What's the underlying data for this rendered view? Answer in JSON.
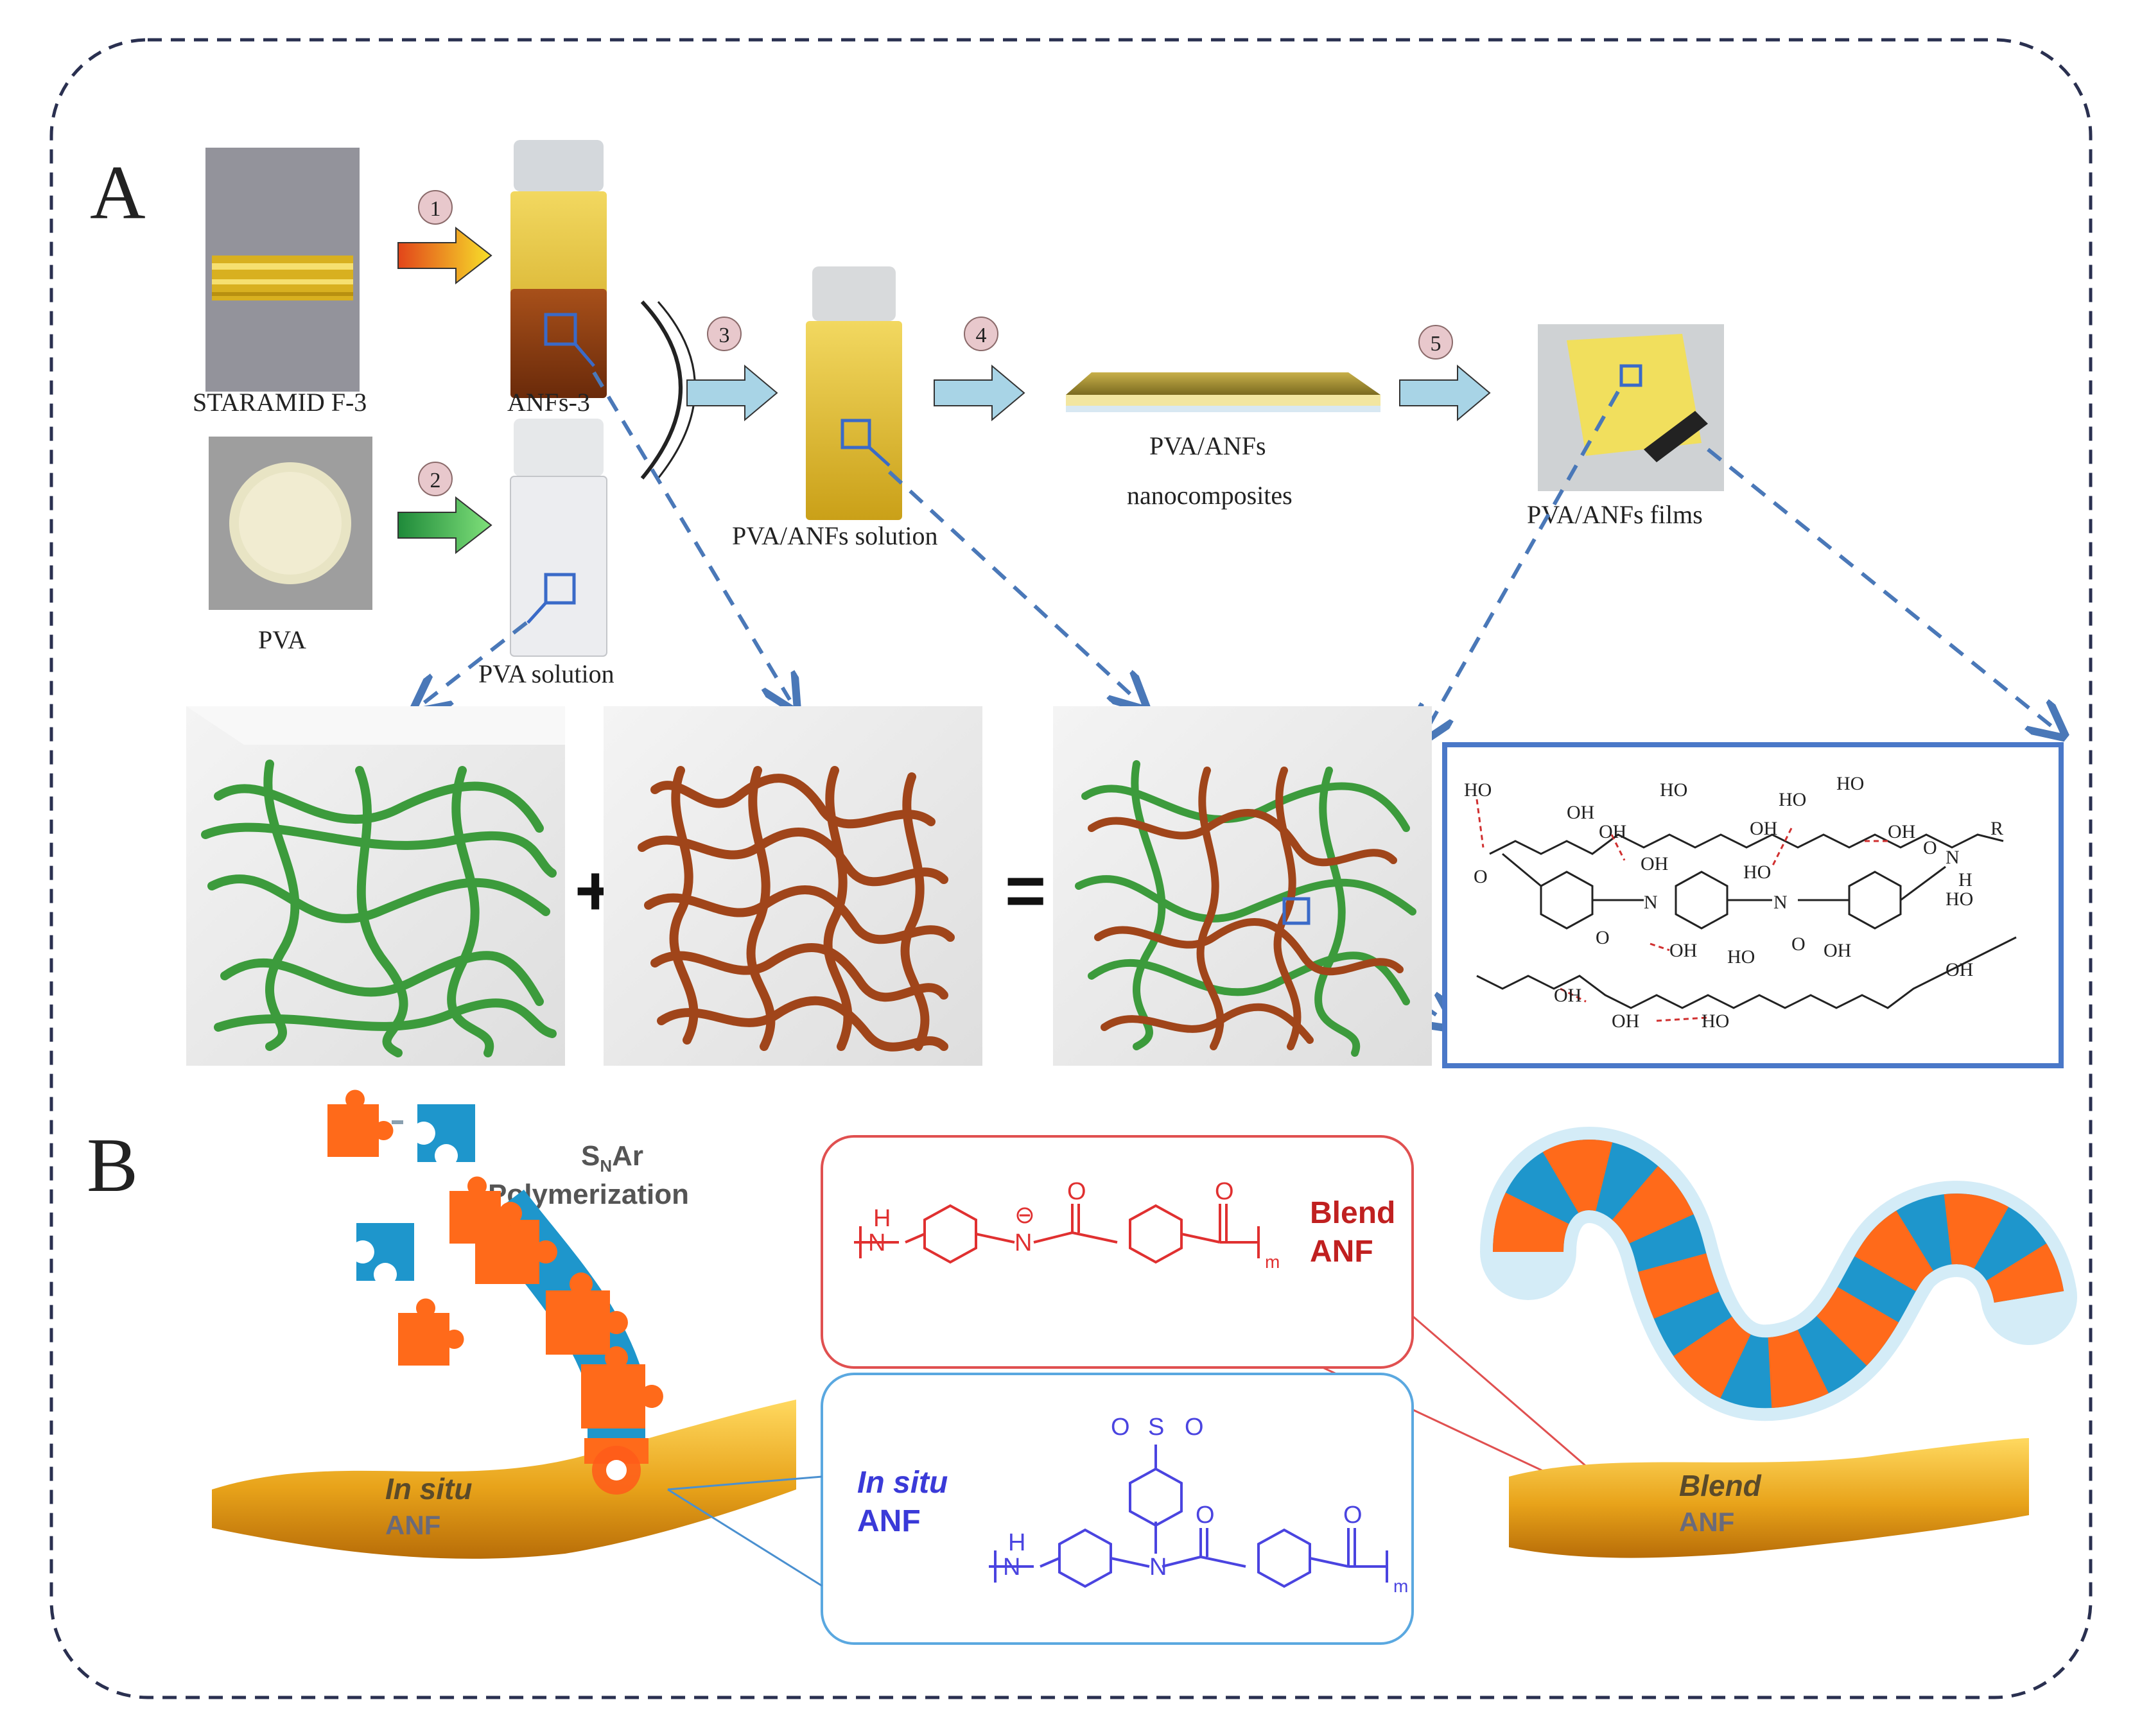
{
  "panel_a": {
    "label": "A",
    "steps": [
      "1",
      "2",
      "3",
      "4",
      "5"
    ],
    "labels": {
      "staramid": "STARAMID F-3",
      "anfs": "ANFs-3",
      "pva": "PVA",
      "pva_solution": "PVA solution",
      "pva_anfs_solution": "PVA/ANFs solution",
      "nanocomposites_line1": "PVA/ANFs",
      "nanocomposites_line2": "nanocomposites",
      "films": "PVA/ANFs films"
    },
    "operators": {
      "plus": "+",
      "equals": "="
    },
    "chem": {
      "ho": "HO",
      "oh": "OH",
      "o": "O",
      "n": "N",
      "h": "H",
      "r": "R"
    },
    "colors": {
      "pva_fiber": "#3c9b3c",
      "anf_fiber": "#a0451a",
      "arrow_1": "#f08020",
      "arrow_2": "#2e9e3a",
      "arrow_blue": "#a8d4e6",
      "dashed_blue": "#4a78b8",
      "hbond": "#d03030"
    }
  },
  "panel_b": {
    "label": "B",
    "snar_prefix": "S",
    "snar_sub": "N",
    "snar_suffix": "Ar",
    "polymerization": "Polymerization",
    "blend_box": {
      "title_line1": "Blend",
      "title_line2": "ANF",
      "subscript": "m",
      "h": "H",
      "n": "N",
      "o": "O",
      "charge": "⊖"
    },
    "insitu_box": {
      "title_line1": "In situ",
      "title_line2": "ANF",
      "subscript": "m",
      "h": "H",
      "n": "N",
      "o": "O",
      "s": "S"
    },
    "fiber_left": {
      "line1": "In situ",
      "line2": "ANF"
    },
    "fiber_right": {
      "line1": "Blend",
      "line2": "ANF"
    },
    "colors": {
      "orange": "#ff6a1a",
      "blue": "#1e96cc",
      "gold": "#e8a31a",
      "red": "#e03030",
      "purple": "#4a44e0"
    }
  }
}
